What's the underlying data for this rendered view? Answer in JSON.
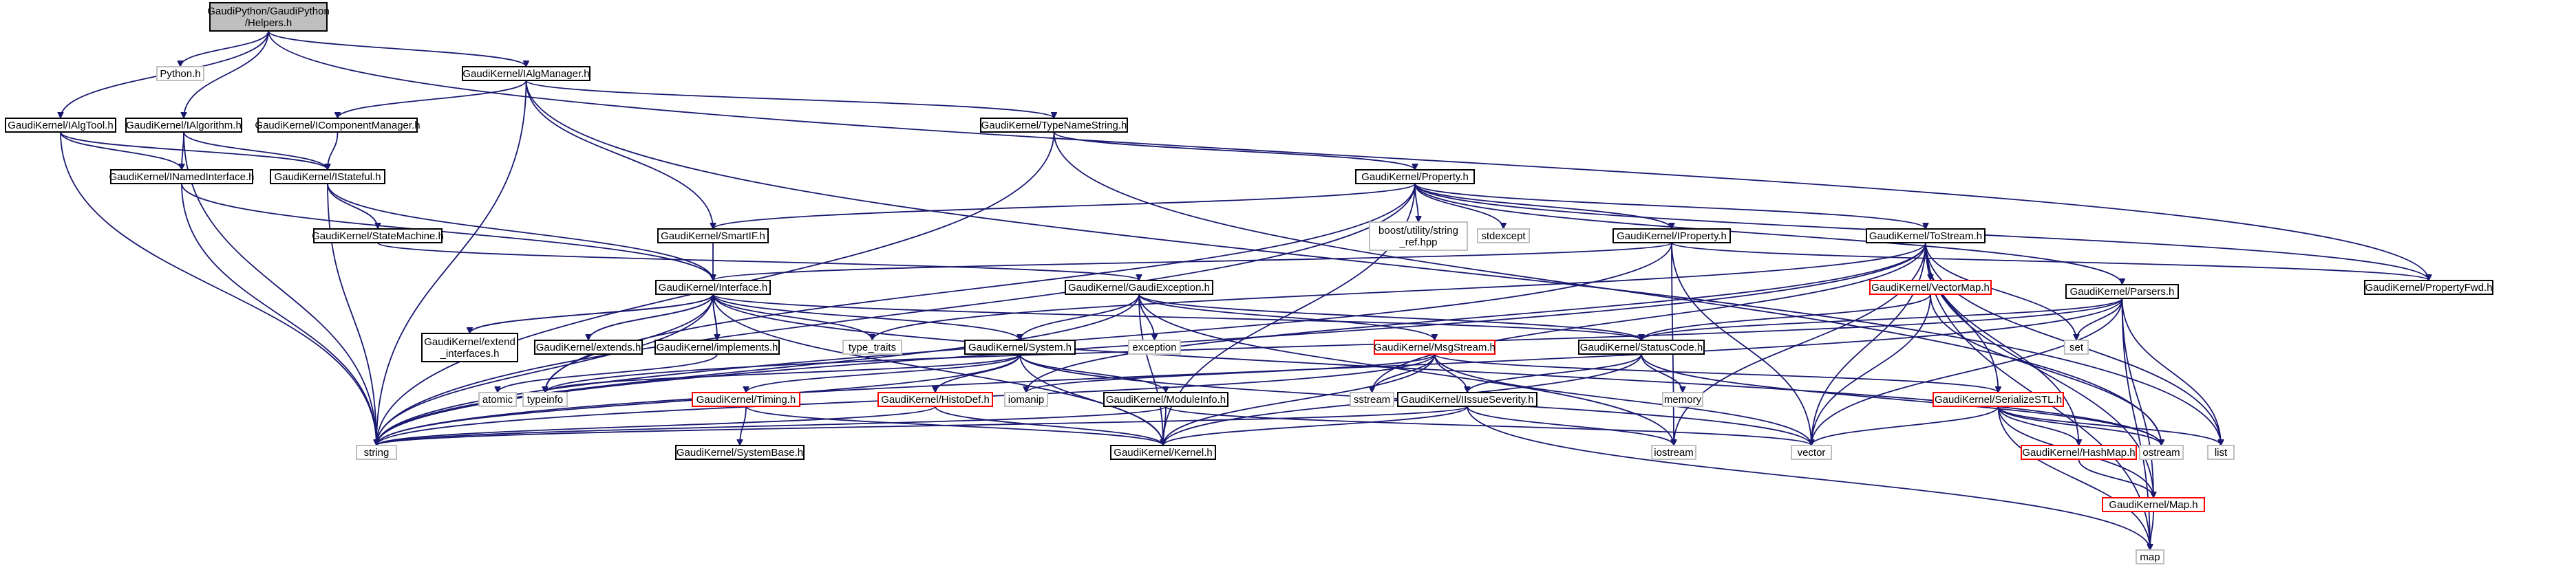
{
  "colors": {
    "edge": "#191970",
    "root_fill": "#bfbfbf",
    "highlight_border": "#ff0000",
    "system_border": "#bfbfbf"
  },
  "nodes": [
    {
      "id": "root",
      "label": [
        "GaudiPython/GaudiPython",
        "/Helpers.h"
      ],
      "kind": "root"
    },
    {
      "id": "python",
      "label": [
        "Python.h"
      ],
      "kind": "sys"
    },
    {
      "id": "ialgmgr",
      "label": [
        "GaudiKernel/IAlgManager.h"
      ],
      "kind": "plain"
    },
    {
      "id": "ialgtool",
      "label": [
        "GaudiKernel/IAlgTool.h"
      ],
      "kind": "plain"
    },
    {
      "id": "ialgorithm",
      "label": [
        "GaudiKernel/IAlgorithm.h"
      ],
      "kind": "plain"
    },
    {
      "id": "icompmgr",
      "label": [
        "GaudiKernel/IComponentManager.h"
      ],
      "kind": "plain"
    },
    {
      "id": "typenamestring",
      "label": [
        "GaudiKernel/TypeNameString.h"
      ],
      "kind": "plain"
    },
    {
      "id": "inamedif",
      "label": [
        "GaudiKernel/INamedInterface.h"
      ],
      "kind": "plain"
    },
    {
      "id": "istateful",
      "label": [
        "GaudiKernel/IStateful.h"
      ],
      "kind": "plain"
    },
    {
      "id": "property",
      "label": [
        "GaudiKernel/Property.h"
      ],
      "kind": "plain"
    },
    {
      "id": "statemachine",
      "label": [
        "GaudiKernel/StateMachine.h"
      ],
      "kind": "plain"
    },
    {
      "id": "smartif",
      "label": [
        "GaudiKernel/SmartIF.h"
      ],
      "kind": "plain"
    },
    {
      "id": "boostref",
      "label": [
        "boost/utility/string",
        "_ref.hpp"
      ],
      "kind": "sys"
    },
    {
      "id": "stdexcept",
      "label": [
        "stdexcept"
      ],
      "kind": "sys"
    },
    {
      "id": "iproperty",
      "label": [
        "GaudiKernel/IProperty.h"
      ],
      "kind": "plain"
    },
    {
      "id": "tostream",
      "label": [
        "GaudiKernel/ToStream.h"
      ],
      "kind": "plain"
    },
    {
      "id": "interface",
      "label": [
        "GaudiKernel/Interface.h"
      ],
      "kind": "plain"
    },
    {
      "id": "gaudiexc",
      "label": [
        "GaudiKernel/GaudiException.h"
      ],
      "kind": "plain"
    },
    {
      "id": "vectormap",
      "label": [
        "GaudiKernel/VectorMap.h"
      ],
      "kind": "red"
    },
    {
      "id": "propertyfwd",
      "label": [
        "GaudiKernel/PropertyFwd.h"
      ],
      "kind": "plain"
    },
    {
      "id": "parsers",
      "label": [
        "GaudiKernel/Parsers.h"
      ],
      "kind": "plain"
    },
    {
      "id": "extendif",
      "label": [
        "GaudiKernel/extend",
        "_interfaces.h"
      ],
      "kind": "plain"
    },
    {
      "id": "extends",
      "label": [
        "GaudiKernel/extends.h"
      ],
      "kind": "plain"
    },
    {
      "id": "implements",
      "label": [
        "GaudiKernel/implements.h"
      ],
      "kind": "plain"
    },
    {
      "id": "typetraits",
      "label": [
        "type_traits"
      ],
      "kind": "sys"
    },
    {
      "id": "exception",
      "label": [
        "exception"
      ],
      "kind": "sys"
    },
    {
      "id": "system",
      "label": [
        "GaudiKernel/System.h"
      ],
      "kind": "plain"
    },
    {
      "id": "msgstream",
      "label": [
        "GaudiKernel/MsgStream.h"
      ],
      "kind": "red"
    },
    {
      "id": "statuscode",
      "label": [
        "GaudiKernel/StatusCode.h"
      ],
      "kind": "plain"
    },
    {
      "id": "set",
      "label": [
        "set"
      ],
      "kind": "sys"
    },
    {
      "id": "atomic",
      "label": [
        "atomic"
      ],
      "kind": "sys"
    },
    {
      "id": "typeinfo",
      "label": [
        "typeinfo"
      ],
      "kind": "sys"
    },
    {
      "id": "timing",
      "label": [
        "GaudiKernel/Timing.h"
      ],
      "kind": "red"
    },
    {
      "id": "histodef",
      "label": [
        "GaudiKernel/HistoDef.h"
      ],
      "kind": "red"
    },
    {
      "id": "iomanip",
      "label": [
        "iomanip"
      ],
      "kind": "sys"
    },
    {
      "id": "moduleinfo",
      "label": [
        "GaudiKernel/ModuleInfo.h"
      ],
      "kind": "plain"
    },
    {
      "id": "sstream",
      "label": [
        "sstream"
      ],
      "kind": "sys"
    },
    {
      "id": "memory",
      "label": [
        "memory"
      ],
      "kind": "sys"
    },
    {
      "id": "issueseverity",
      "label": [
        "GaudiKernel/IIssueSeverity.h"
      ],
      "kind": "plain"
    },
    {
      "id": "serializestl",
      "label": [
        "GaudiKernel/SerializeSTL.h"
      ],
      "kind": "red"
    },
    {
      "id": "string",
      "label": [
        "string"
      ],
      "kind": "sys"
    },
    {
      "id": "systembase",
      "label": [
        "GaudiKernel/SystemBase.h"
      ],
      "kind": "plain"
    },
    {
      "id": "kernel",
      "label": [
        "GaudiKernel/Kernel.h"
      ],
      "kind": "plain"
    },
    {
      "id": "iostream",
      "label": [
        "iostream"
      ],
      "kind": "sys"
    },
    {
      "id": "vector",
      "label": [
        "vector"
      ],
      "kind": "sys"
    },
    {
      "id": "hashmap",
      "label": [
        "GaudiKernel/HashMap.h"
      ],
      "kind": "red"
    },
    {
      "id": "ostream",
      "label": [
        "ostream"
      ],
      "kind": "sys"
    },
    {
      "id": "list",
      "label": [
        "list"
      ],
      "kind": "sys"
    },
    {
      "id": "maph",
      "label": [
        "GaudiKernel/Map.h"
      ],
      "kind": "red"
    },
    {
      "id": "map",
      "label": [
        "map"
      ],
      "kind": "sys"
    }
  ],
  "edges": [
    [
      "root",
      "python"
    ],
    [
      "root",
      "ialgmgr"
    ],
    [
      "root",
      "ialgtool"
    ],
    [
      "root",
      "ialgorithm"
    ],
    [
      "root",
      "propertyfwd"
    ],
    [
      "ialgmgr",
      "icompmgr"
    ],
    [
      "ialgmgr",
      "typenamestring"
    ],
    [
      "ialgmgr",
      "smartif"
    ],
    [
      "ialgmgr",
      "string"
    ],
    [
      "ialgmgr",
      "list"
    ],
    [
      "ialgtool",
      "inamedif"
    ],
    [
      "ialgtool",
      "istateful"
    ],
    [
      "ialgtool",
      "string"
    ],
    [
      "ialgorithm",
      "inamedif"
    ],
    [
      "ialgorithm",
      "istateful"
    ],
    [
      "ialgorithm",
      "string"
    ],
    [
      "icompmgr",
      "istateful"
    ],
    [
      "typenamestring",
      "property"
    ],
    [
      "typenamestring",
      "string"
    ],
    [
      "typenamestring",
      "ostream"
    ],
    [
      "inamedif",
      "interface"
    ],
    [
      "inamedif",
      "string"
    ],
    [
      "istateful",
      "statemachine"
    ],
    [
      "istateful",
      "interface"
    ],
    [
      "istateful",
      "string"
    ],
    [
      "statemachine",
      "gaudiexc"
    ],
    [
      "property",
      "smartif"
    ],
    [
      "property",
      "boostref"
    ],
    [
      "property",
      "stdexcept"
    ],
    [
      "property",
      "iproperty"
    ],
    [
      "property",
      "tostream"
    ],
    [
      "property",
      "parsers"
    ],
    [
      "property",
      "propertyfwd"
    ],
    [
      "property",
      "kernel"
    ],
    [
      "property",
      "string"
    ],
    [
      "property",
      "typeinfo"
    ],
    [
      "smartif",
      "interface"
    ],
    [
      "iproperty",
      "interface"
    ],
    [
      "iproperty",
      "propertyfwd"
    ],
    [
      "iproperty",
      "vector"
    ],
    [
      "iproperty",
      "iostream"
    ],
    [
      "iproperty",
      "string"
    ],
    [
      "tostream",
      "vectormap"
    ],
    [
      "tostream",
      "serializestl"
    ],
    [
      "tostream",
      "hashmap"
    ],
    [
      "tostream",
      "maph"
    ],
    [
      "tostream",
      "set"
    ],
    [
      "tostream",
      "list"
    ],
    [
      "tostream",
      "map"
    ],
    [
      "tostream",
      "vector"
    ],
    [
      "tostream",
      "iostream"
    ],
    [
      "tostream",
      "iomanip"
    ],
    [
      "tostream",
      "typetraits"
    ],
    [
      "tostream",
      "string"
    ],
    [
      "tostream",
      "sstream"
    ],
    [
      "parsers",
      "statuscode"
    ],
    [
      "parsers",
      "set"
    ],
    [
      "parsers",
      "list"
    ],
    [
      "parsers",
      "map"
    ],
    [
      "parsers",
      "vector"
    ],
    [
      "parsers",
      "maph"
    ],
    [
      "parsers",
      "string"
    ],
    [
      "parsers",
      "typeinfo"
    ],
    [
      "vectormap",
      "statuscode"
    ],
    [
      "vectormap",
      "vector"
    ],
    [
      "vectormap",
      "ostream"
    ],
    [
      "interface",
      "extendif"
    ],
    [
      "interface",
      "extends"
    ],
    [
      "interface",
      "implements"
    ],
    [
      "interface",
      "system"
    ],
    [
      "interface",
      "typetraits"
    ],
    [
      "interface",
      "statuscode"
    ],
    [
      "interface",
      "kernel"
    ],
    [
      "interface",
      "ostream"
    ],
    [
      "interface",
      "typeinfo"
    ],
    [
      "interface",
      "string"
    ],
    [
      "extendif",
      "interface"
    ],
    [
      "extends",
      "interface"
    ],
    [
      "implements",
      "interface"
    ],
    [
      "implements",
      "atomic"
    ],
    [
      "gaudiexc",
      "system"
    ],
    [
      "gaudiexc",
      "exception"
    ],
    [
      "gaudiexc",
      "msgstream"
    ],
    [
      "gaudiexc",
      "statuscode"
    ],
    [
      "gaudiexc",
      "kernel"
    ],
    [
      "gaudiexc",
      "iostream"
    ],
    [
      "gaudiexc",
      "string"
    ],
    [
      "system",
      "timing"
    ],
    [
      "system",
      "histodef"
    ],
    [
      "system",
      "moduleinfo"
    ],
    [
      "system",
      "kernel"
    ],
    [
      "system",
      "typeinfo"
    ],
    [
      "system",
      "string"
    ],
    [
      "system",
      "vector"
    ],
    [
      "msgstream",
      "issueseverity"
    ],
    [
      "msgstream",
      "serializestl"
    ],
    [
      "msgstream",
      "kernel"
    ],
    [
      "msgstream",
      "iomanip"
    ],
    [
      "msgstream",
      "sstream"
    ],
    [
      "msgstream",
      "vector"
    ],
    [
      "msgstream",
      "string"
    ],
    [
      "statuscode",
      "issueseverity"
    ],
    [
      "statuscode",
      "memory"
    ],
    [
      "statuscode",
      "kernel"
    ],
    [
      "statuscode",
      "ostream"
    ],
    [
      "timing",
      "systembase"
    ],
    [
      "timing",
      "kernel"
    ],
    [
      "histodef",
      "kernel"
    ],
    [
      "histodef",
      "string"
    ],
    [
      "moduleinfo",
      "kernel"
    ],
    [
      "moduleinfo",
      "string"
    ],
    [
      "moduleinfo",
      "vector"
    ],
    [
      "issueseverity",
      "kernel"
    ],
    [
      "issueseverity",
      "map"
    ],
    [
      "issueseverity",
      "iostream"
    ],
    [
      "issueseverity",
      "string"
    ],
    [
      "serializestl",
      "hashmap"
    ],
    [
      "serializestl",
      "maph"
    ],
    [
      "serializestl",
      "map"
    ],
    [
      "serializestl",
      "ostream"
    ],
    [
      "serializestl",
      "list"
    ],
    [
      "serializestl",
      "vector"
    ],
    [
      "hashmap",
      "maph"
    ],
    [
      "maph",
      "map"
    ]
  ]
}
